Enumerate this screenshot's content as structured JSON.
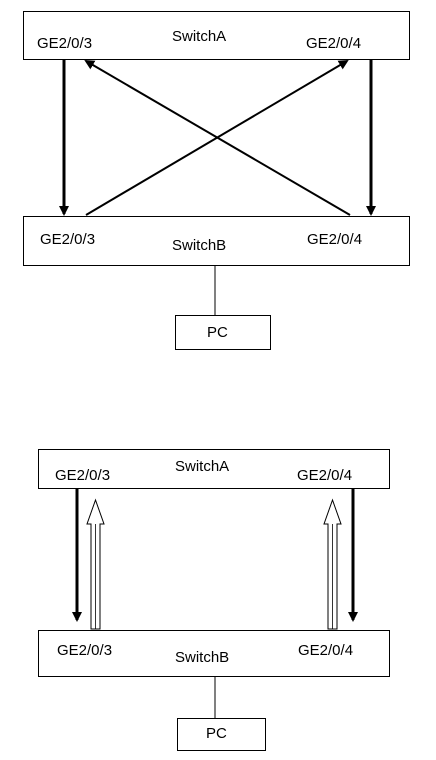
{
  "diagram1": {
    "switch_a": {
      "name": "SwitchA",
      "port_left": "GE2/0/3",
      "port_right": "GE2/0/4"
    },
    "switch_b": {
      "name": "SwitchB",
      "port_left": "GE2/0/3",
      "port_right": "GE2/0/4"
    },
    "pc": {
      "name": "PC"
    }
  },
  "diagram2": {
    "switch_a": {
      "name": "SwitchA",
      "port_left": "GE2/0/3",
      "port_right": "GE2/0/4"
    },
    "switch_b": {
      "name": "SwitchB",
      "port_left": "GE2/0/3",
      "port_right": "GE2/0/4"
    },
    "pc": {
      "name": "PC"
    }
  },
  "colors": {
    "line": "#000000",
    "background": "#ffffff"
  }
}
